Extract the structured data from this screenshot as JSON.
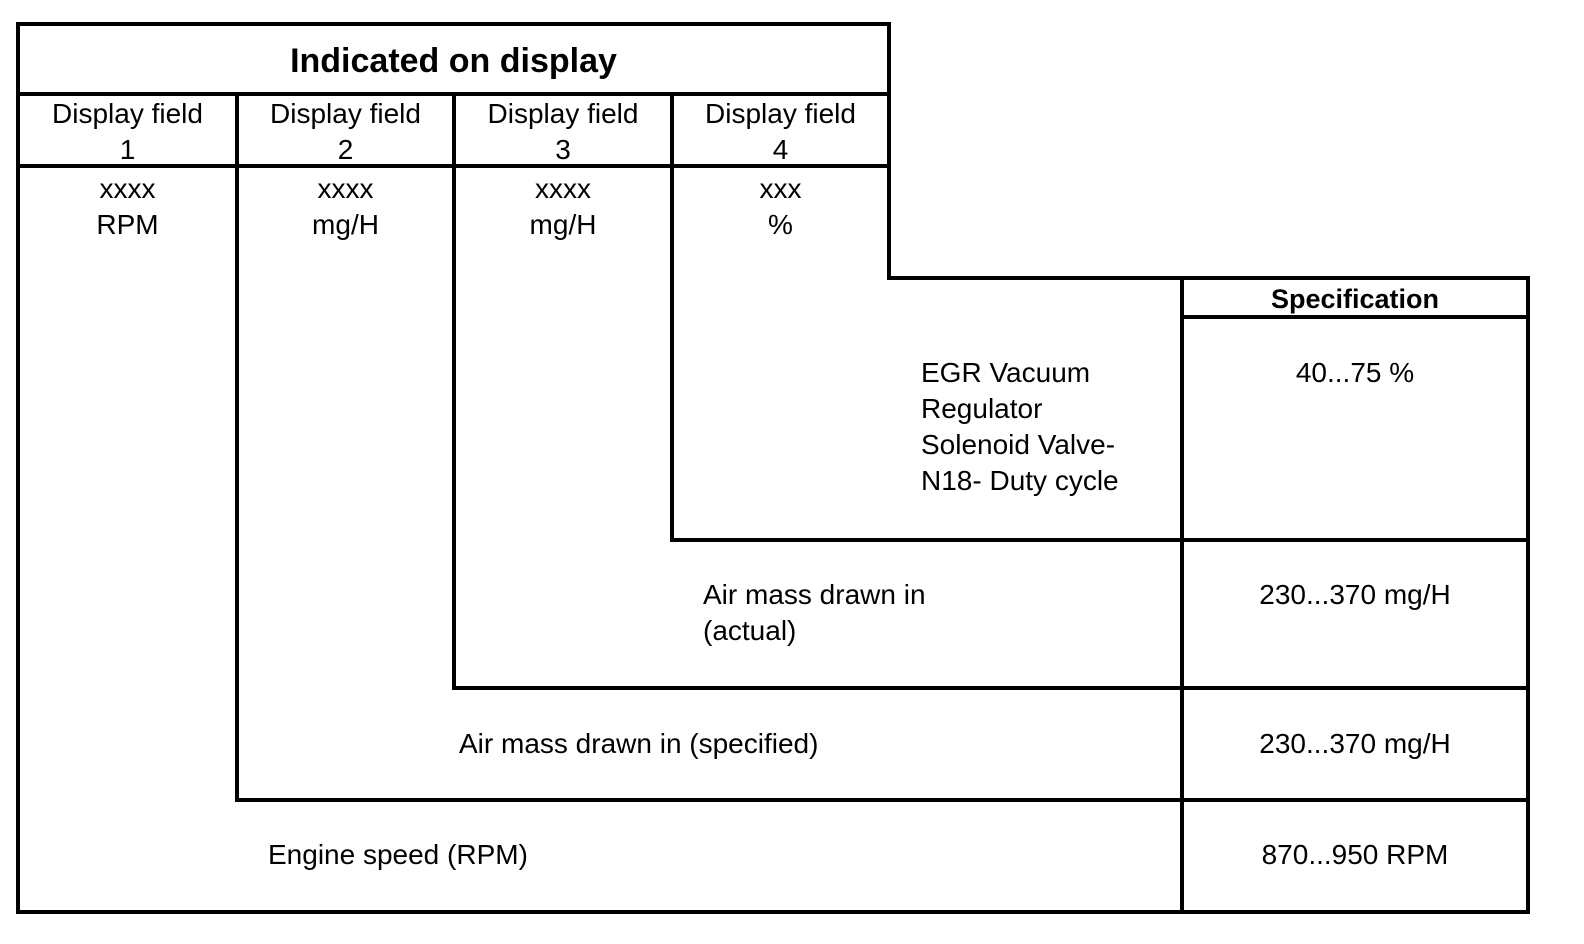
{
  "header": {
    "title": "Indicated on display"
  },
  "fields": [
    {
      "label_line1": "Display field",
      "label_line2": "1",
      "value": "xxxx",
      "unit": "RPM"
    },
    {
      "label_line1": "Display field",
      "label_line2": "2",
      "value": "xxxx",
      "unit": "mg/H"
    },
    {
      "label_line1": "Display field",
      "label_line2": "3",
      "value": "xxxx",
      "unit": "mg/H"
    },
    {
      "label_line1": "Display field",
      "label_line2": "4",
      "value": "xxx",
      "unit": "%"
    }
  ],
  "specification": {
    "header": "Specification"
  },
  "rows": [
    {
      "description_lines": [
        "EGR Vacuum",
        "Regulator",
        "Solenoid Valve-",
        "N18- Duty cycle"
      ],
      "spec": "40...75 %"
    },
    {
      "description_lines": [
        "Air mass drawn in",
        "(actual)"
      ],
      "spec": "230...370 mg/H"
    },
    {
      "description": "Air mass drawn in (specified)",
      "spec": "230...370 mg/H"
    },
    {
      "description": "Engine speed (RPM)",
      "spec": "870...950 RPM"
    }
  ]
}
